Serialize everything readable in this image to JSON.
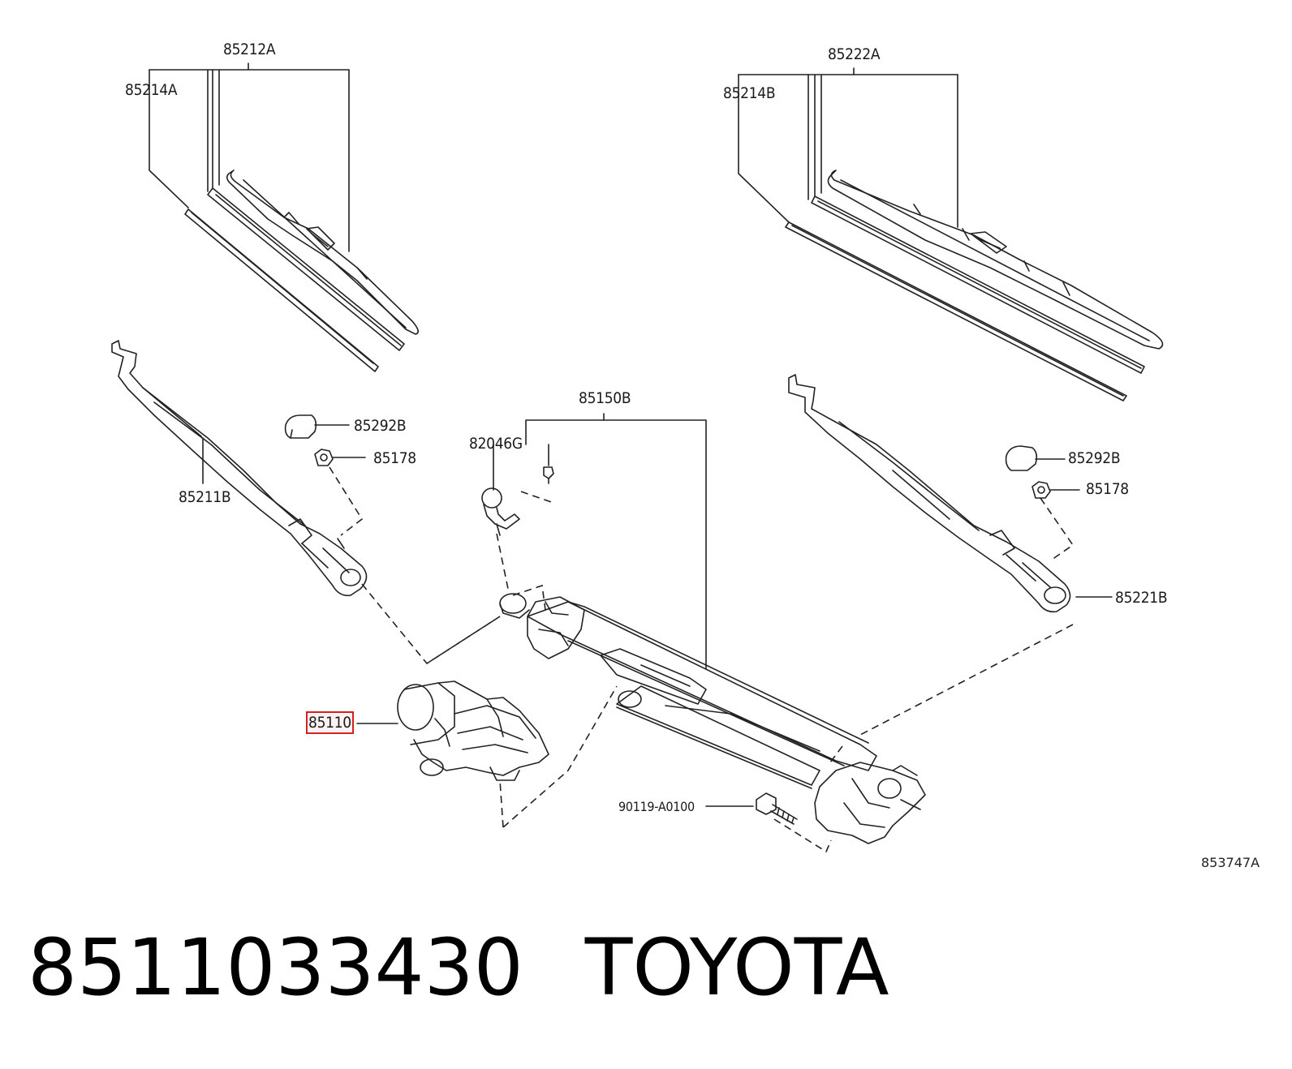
{
  "diagram": {
    "highlight_color": "#d61f1f",
    "line_color": "#222222",
    "callouts": [
      {
        "id": "85212A",
        "text": "85212A"
      },
      {
        "id": "85214A",
        "text": "85214A"
      },
      {
        "id": "85222A",
        "text": "85222A"
      },
      {
        "id": "85214B",
        "text": "85214B"
      },
      {
        "id": "85292B-left",
        "text": "85292B"
      },
      {
        "id": "85178-left",
        "text": "85178"
      },
      {
        "id": "85211B",
        "text": "85211B"
      },
      {
        "id": "85150B",
        "text": "85150B"
      },
      {
        "id": "82046G",
        "text": "82046G"
      },
      {
        "id": "85292B-right",
        "text": "85292B"
      },
      {
        "id": "85178-right",
        "text": "85178"
      },
      {
        "id": "85221B",
        "text": "85221B"
      },
      {
        "id": "85110",
        "text": "85110",
        "highlighted": true
      },
      {
        "id": "90119-A0100",
        "text": "90119-A0100"
      }
    ],
    "drawing_id": "853747A"
  },
  "footer": {
    "part_number": "8511033430",
    "brand": "TOYOTA"
  }
}
